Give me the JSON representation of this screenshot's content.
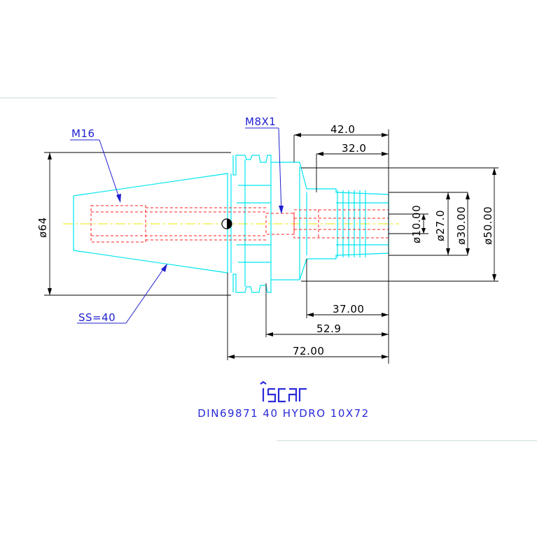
{
  "drawing": {
    "callouts": {
      "thread_large": "M16",
      "thread_small": "M8X1",
      "taper_size": "SS=40"
    },
    "dimensions": {
      "overall_dia": "ø64",
      "len_42": "42.0",
      "len_32": "32.0",
      "dia_10": "ø10.00",
      "dia_27": "ø27.0",
      "dia_30": "ø30.00",
      "dia_50": "ø50.00",
      "len_37": "37.00",
      "len_52_9": "52.9",
      "len_72": "72.00"
    },
    "logo_text": "iscar",
    "title": "DIN69871  40  HYDRO  10X72"
  },
  "colors": {
    "outline": "#00e5f0",
    "hidden": "#ff2020",
    "centerline": "#e8e800",
    "dimension": "#000000",
    "callout": "#2020d0",
    "sheet_border": "#c8d8d8"
  }
}
